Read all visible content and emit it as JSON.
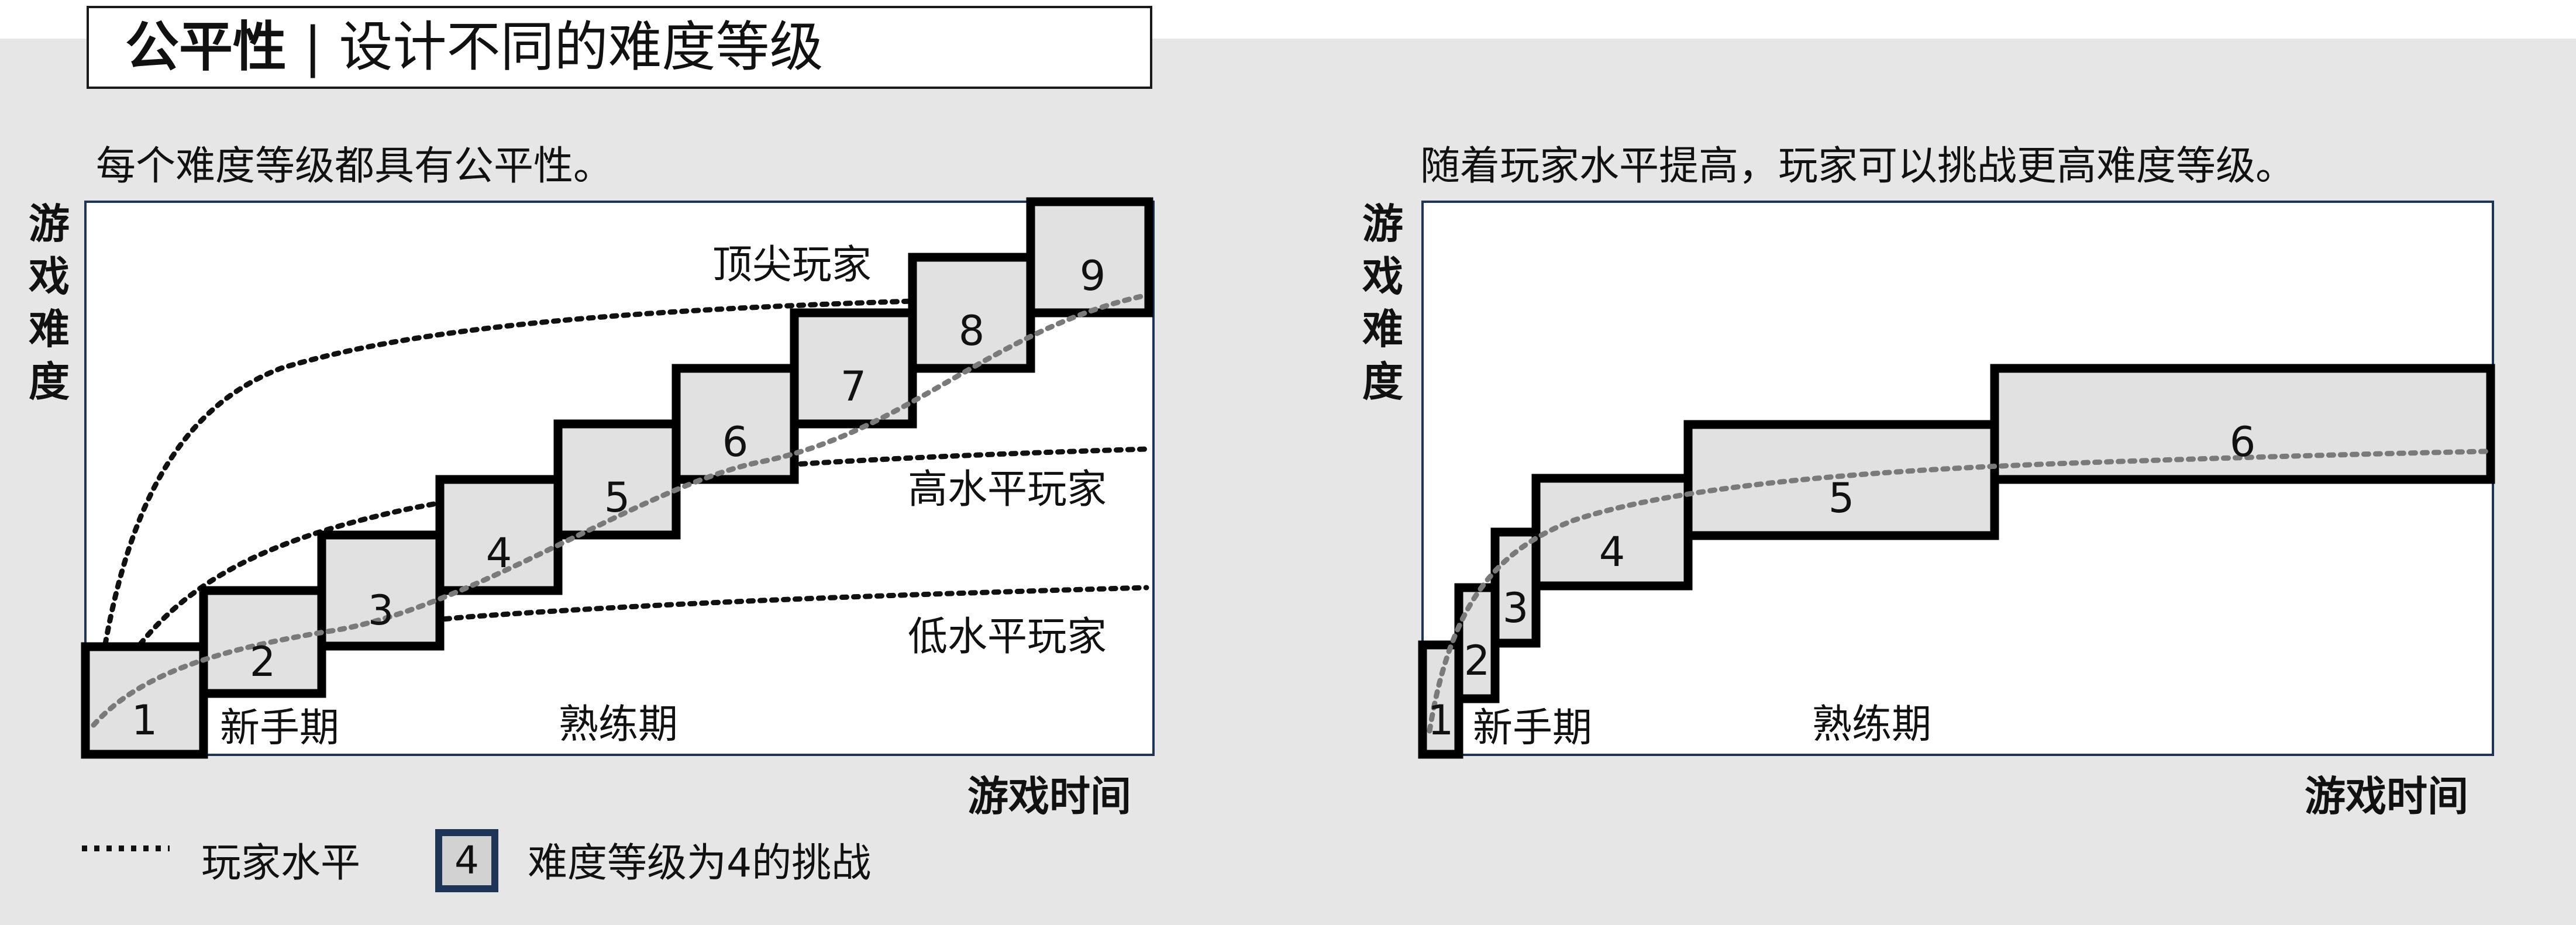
{
  "title": {
    "bold": "公平性",
    "sep": " | ",
    "rest": "设计不同的难度等级"
  },
  "left": {
    "subtitle": "每个难度等级都具有公平性。",
    "ylabel": [
      "游",
      "戏",
      "难",
      "度"
    ],
    "xlabel": "游戏时间",
    "phases": [
      "新手期",
      "熟练期"
    ],
    "curve_labels": [
      "顶尖玩家",
      "高水平玩家",
      "低水平玩家"
    ],
    "levels": [
      "1",
      "2",
      "3",
      "4",
      "5",
      "6",
      "7",
      "8",
      "9"
    ]
  },
  "right": {
    "subtitle": "随着玩家水平提高，玩家可以挑战更高难度等级。",
    "ylabel": [
      "游",
      "戏",
      "难",
      "度"
    ],
    "xlabel": "游戏时间",
    "phases": [
      "新手期",
      "熟练期"
    ],
    "levels": [
      "1",
      "2",
      "3",
      "4",
      "5",
      "6"
    ]
  },
  "legend": {
    "player_level": "玩家水平",
    "box_value": "4",
    "challenge": "难度等级为4的挑战"
  },
  "colors": {
    "background_band": "#e6e6e6",
    "block_fill": "#e1e1e1",
    "block_border": "#000000",
    "curve_dark": "#111111",
    "curve_gray": "#7a7a7a",
    "plot_border": "#1f3557",
    "legend_box_border": "#1f3557"
  }
}
